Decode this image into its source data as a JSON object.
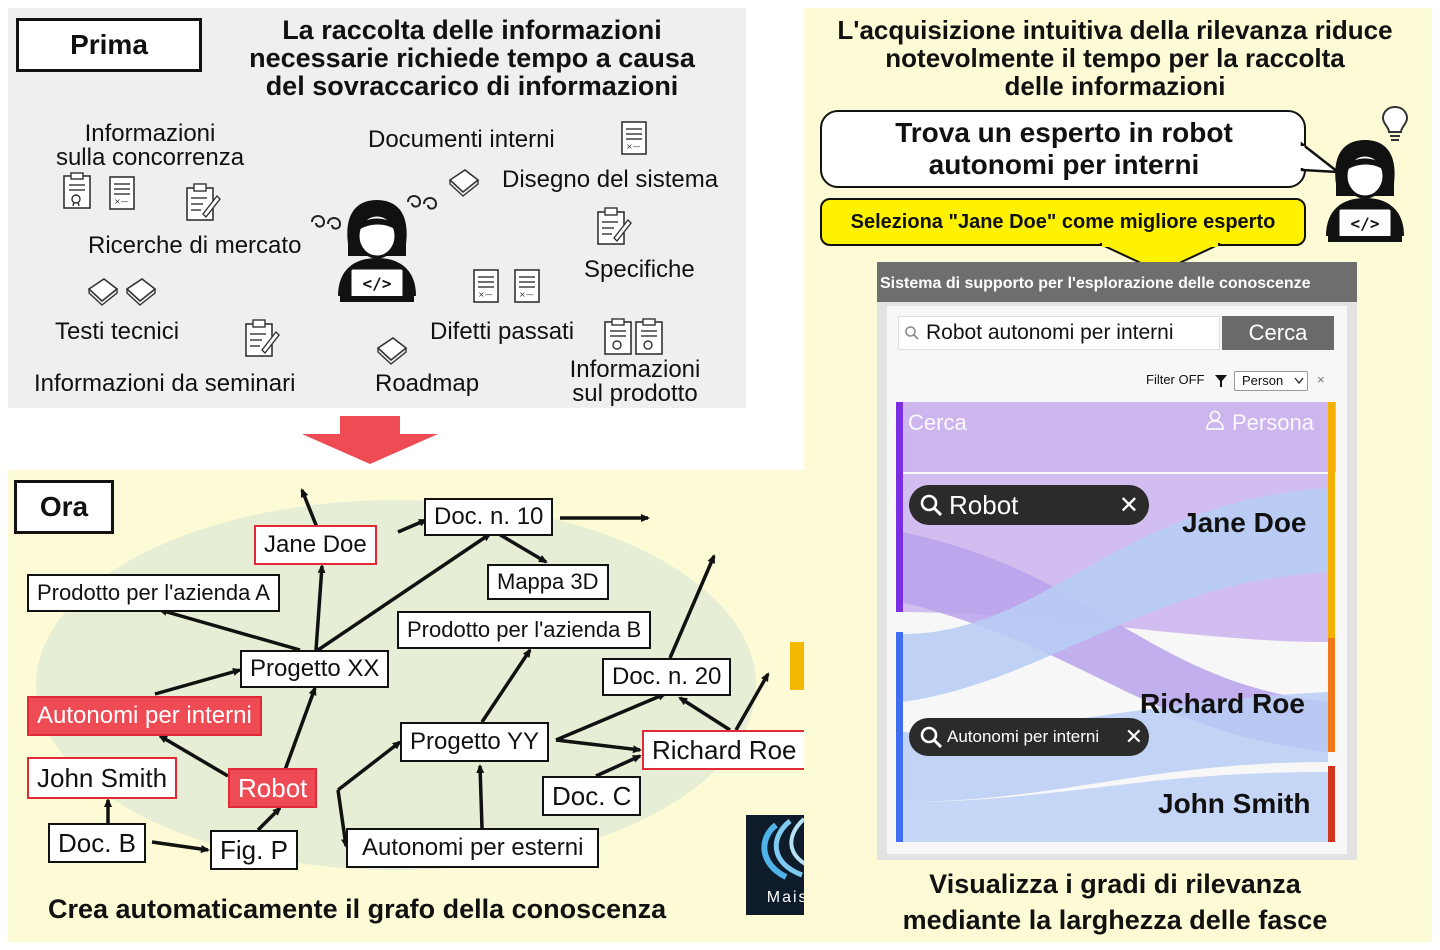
{
  "before": {
    "label": "Prima",
    "title_lines": [
      "La raccolta delle informazioni",
      "necessarie richiede tempo a causa",
      "del sovraccarico di informazioni"
    ],
    "items": {
      "competition": [
        "Informazioni",
        "sulla concorrenza"
      ],
      "internal_docs": "Documenti interni",
      "system_design": "Disegno del sistema",
      "market_research": "Ricerche di mercato",
      "specs": "Specifiche",
      "tech_texts": "Testi tecnici",
      "past_defects": "Difetti passati",
      "seminars": "Informazioni da seminari",
      "roadmap": "Roadmap",
      "product_info": [
        "Informazioni",
        "sul prodotto"
      ]
    }
  },
  "now": {
    "label": "Ora",
    "caption": "Crea automaticamente il grafo della conoscenza",
    "nodes": {
      "jane": "Jane Doe",
      "doc10": "Doc. n. 10",
      "map3d": "Mappa 3D",
      "prodA": "Prodotto per l'azienda A",
      "prodB": "Prodotto per l'azienda B",
      "projXX": "Progetto XX",
      "doc20": "Doc. n. 20",
      "autoInt": "Autonomi per interni",
      "projYY": "Progetto YY",
      "richard": "Richard Roe",
      "john": "John Smith",
      "robot": "Robot",
      "docC": "Doc. C",
      "docB": "Doc. B",
      "figP": "Fig. P",
      "autoExt": "Autonomi per esterni"
    },
    "logo_text": "Maisart"
  },
  "right": {
    "title_lines": [
      "L'acquisizione intuitiva della rilevanza riduce",
      "notevolmente il tempo per la raccolta",
      "delle informazioni"
    ],
    "speech_lines": [
      "Trova un esperto in robot",
      "autonomi per interni"
    ],
    "highlight": "Seleziona \"Jane Doe\" come migliore esperto",
    "app": {
      "title": "Sistema di supporto per l'esplorazione delle conoscenze",
      "search_value": "Robot autonomi per interni",
      "search_button": "Cerca",
      "filter_label": "Filter OFF",
      "select_value": "Person",
      "close_glyph": "×",
      "col_left": "Cerca",
      "col_right": "Persona",
      "chips": [
        {
          "label": "Robot"
        },
        {
          "label": "Autonomi per interni"
        }
      ],
      "chip_close": "✕",
      "people": [
        "Jane Doe",
        "Richard Roe",
        "John Smith"
      ]
    },
    "caption_lines": [
      "Visualizza i gradi di rilevanza",
      "mediante la larghezza delle fasce"
    ]
  },
  "colors": {
    "gray_panel": "#efefef",
    "yellow_panel": "#fdfbd6",
    "graph_ellipse": "#e6efd5",
    "red_node": "#ef4b55",
    "highlight_yellow": "#fff200",
    "app_bar": "#6e6e6e",
    "purple_band": "#c7b2ee",
    "blue_band": "#bfd1f5"
  }
}
